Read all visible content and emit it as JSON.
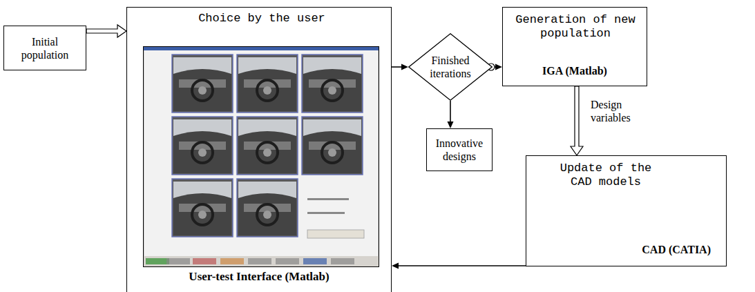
{
  "diagram": {
    "nodes": [
      {
        "text": [
          "Initial population"
        ]
      },
      {
        "text": [
          "Choice by the user",
          "User-test Interface (Matlab)"
        ]
      },
      {
        "text": [
          "Finished iterations"
        ]
      },
      {
        "text": [
          "Generation of new population",
          "IGA (Matlab)"
        ]
      },
      {
        "text": [
          "Innovative designs"
        ]
      },
      {
        "text": [
          "Update of the CAD models",
          "CAD (CATIA)"
        ]
      }
    ],
    "edges": [
      {
        "from": 0,
        "to": 1,
        "arrow": "to"
      },
      {
        "from": 1,
        "to": 2,
        "arrow": "to"
      },
      {
        "from": 2,
        "to": 3,
        "arrow": "to"
      },
      {
        "from": 2,
        "to": 4,
        "arrow": "to"
      },
      {
        "from": 3,
        "to": 5,
        "arrow": "to",
        "label": "Design variables"
      },
      {
        "from": 5,
        "to": 1,
        "arrow": "to"
      }
    ]
  }
}
